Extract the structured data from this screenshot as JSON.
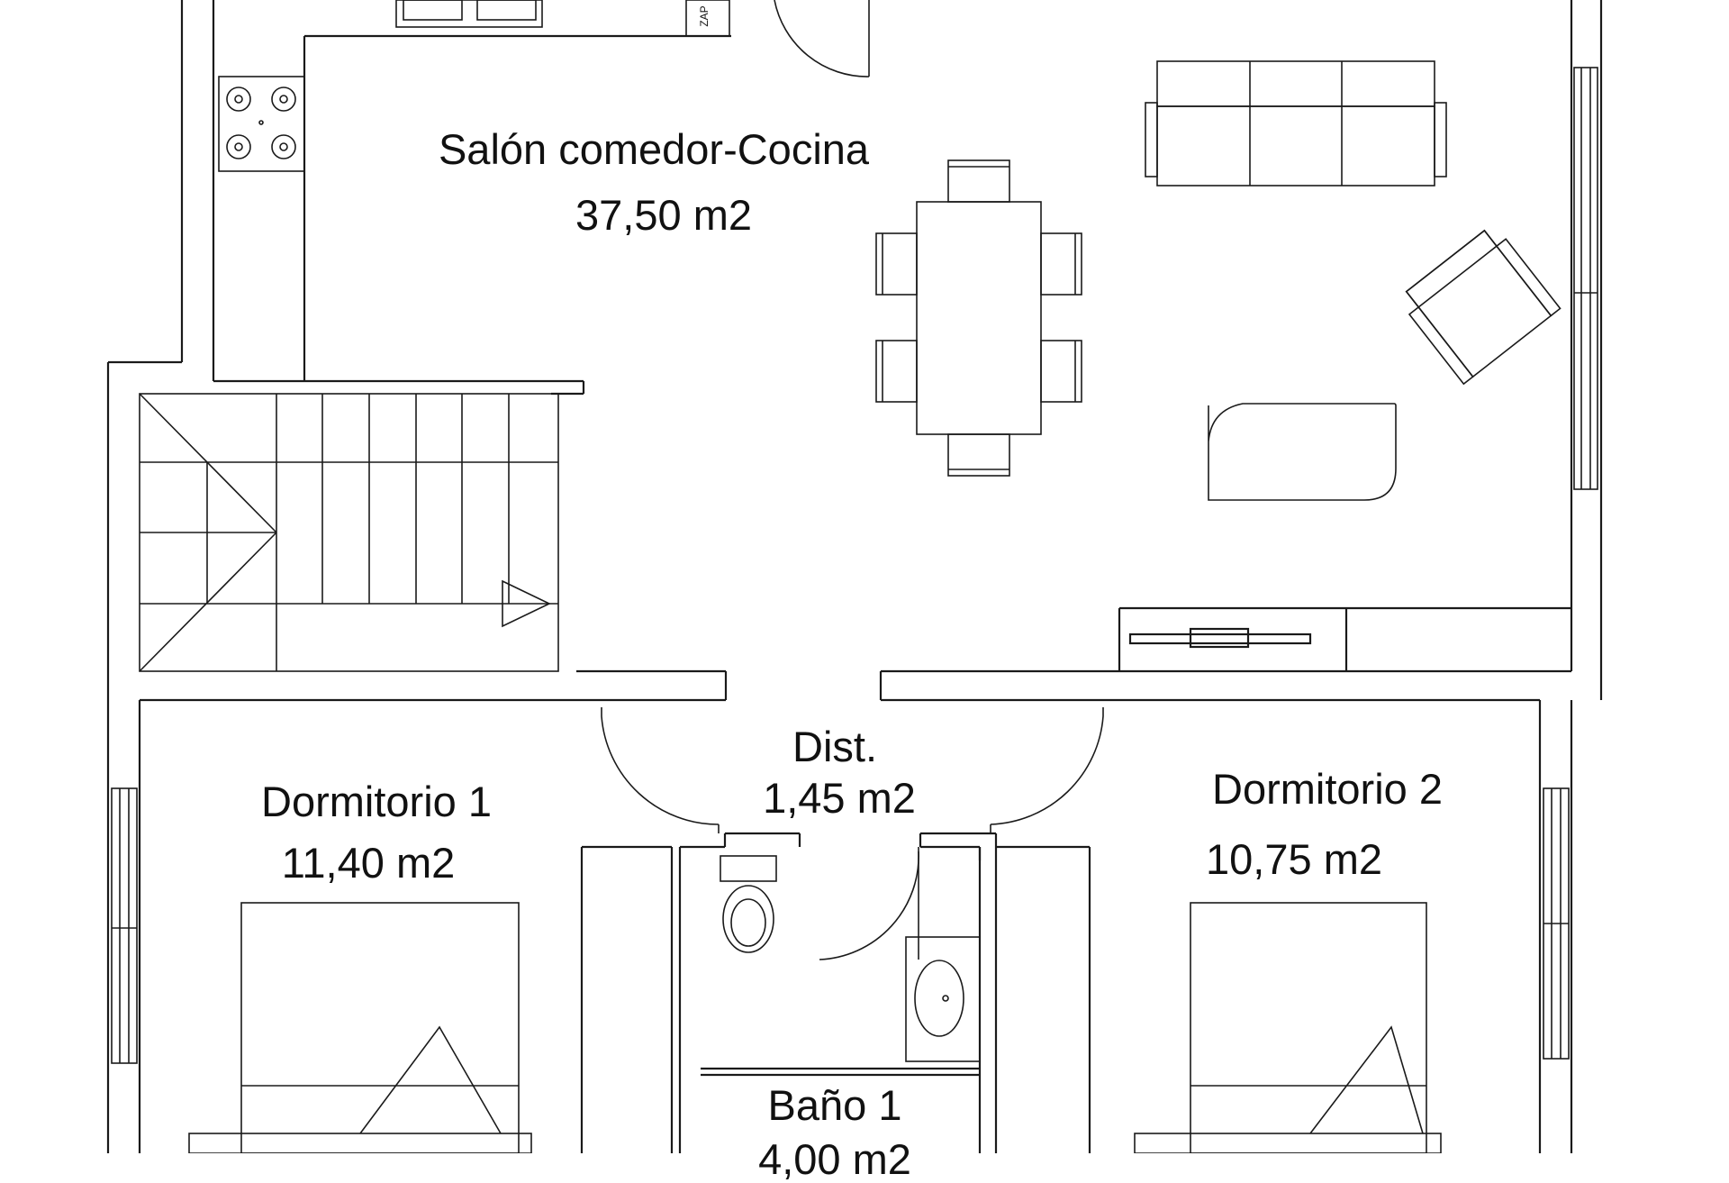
{
  "rooms": {
    "salon": {
      "name": "Salón comedor-Cocina",
      "area": "37,50 m2"
    },
    "distribuidor": {
      "name": "Dist.",
      "area": "1,45 m2"
    },
    "dormitorio1": {
      "name": "Dormitorio 1",
      "area": "11,40 m2"
    },
    "dormitorio2": {
      "name": "Dormitorio 2",
      "area": "10,75 m2"
    },
    "bano1": {
      "name": "Baño 1",
      "area": "4,00 m2"
    }
  },
  "fixtures": {
    "fridge_label": "ZAP"
  },
  "colors": {
    "line": "#1a1a1a",
    "background": "#ffffff"
  }
}
